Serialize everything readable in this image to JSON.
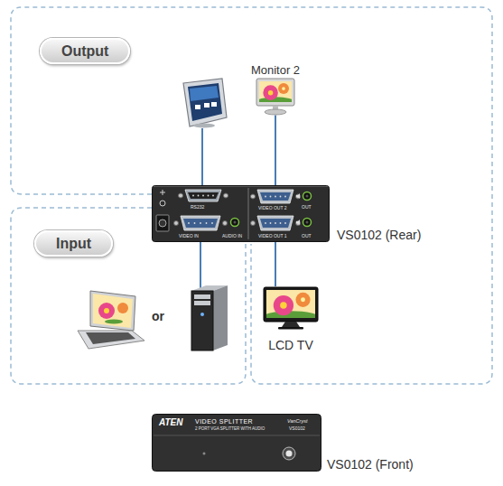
{
  "diagram": {
    "nodes": [
      {
        "text": [
          "Output"
        ]
      },
      {
        "text": [
          "Monitor 2"
        ],
        "in": 0
      },
      {
        "text": [
          "VS0102 (Rear)",
          "RS232",
          "VIDEO OUT 2",
          "OUT",
          "VIDEO IN",
          "AUDIO IN",
          "VIDEO OUT 1",
          "OUT"
        ]
      },
      {
        "text": [
          "Input"
        ]
      },
      {
        "text": [
          "LCD TV"
        ],
        "in": 0
      },
      {
        "text": [
          "VS0102 (Front)",
          "ATEN",
          "VIDEO SPLITTER",
          "2 PORT VGA SPLITTER WITH AUDIO",
          "VanCryst",
          "VS0102"
        ]
      }
    ],
    "edges": [
      {
        "from": 2,
        "to": 1,
        "arrow": "none"
      },
      {
        "from": 2,
        "to": 4,
        "arrow": "none"
      }
    ],
    "labels": [
      "or"
    ]
  }
}
